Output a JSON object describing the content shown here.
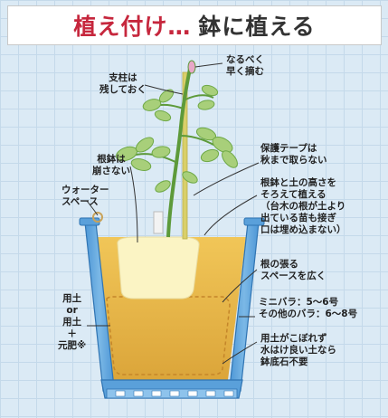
{
  "title": {
    "part1": "植え付け…",
    "part2": "鉢に植える"
  },
  "labels": {
    "stake": "支柱は\n残しておく",
    "pinch": "なるべく\n早く摘む",
    "rootball": "根鉢は\n崩さない",
    "tape": "保護テープは\n秋まで取らない",
    "water_space": "ウォーター\nスペース",
    "align": "根鉢と土の高さを\nそろえて植える\n（台木の根が土より\n出ている苗も接ぎ\n口は埋め込まない）",
    "root_space": "根の張る\nスペースを広く",
    "pot_size": "ミニバラ：5～6号\nその他のバラ：6～8号",
    "soil": "用土\nor\n用土\n＋\n元肥※",
    "drainage": "用土がこぼれず\n水はけ良い土なら\n鉢底石不要"
  },
  "colors": {
    "title_red": "#c6273d",
    "soil": "#e8b74a",
    "rootball": "#fbf4c4",
    "pot": "#3b86c8",
    "leaf": "#a8cf7a"
  }
}
